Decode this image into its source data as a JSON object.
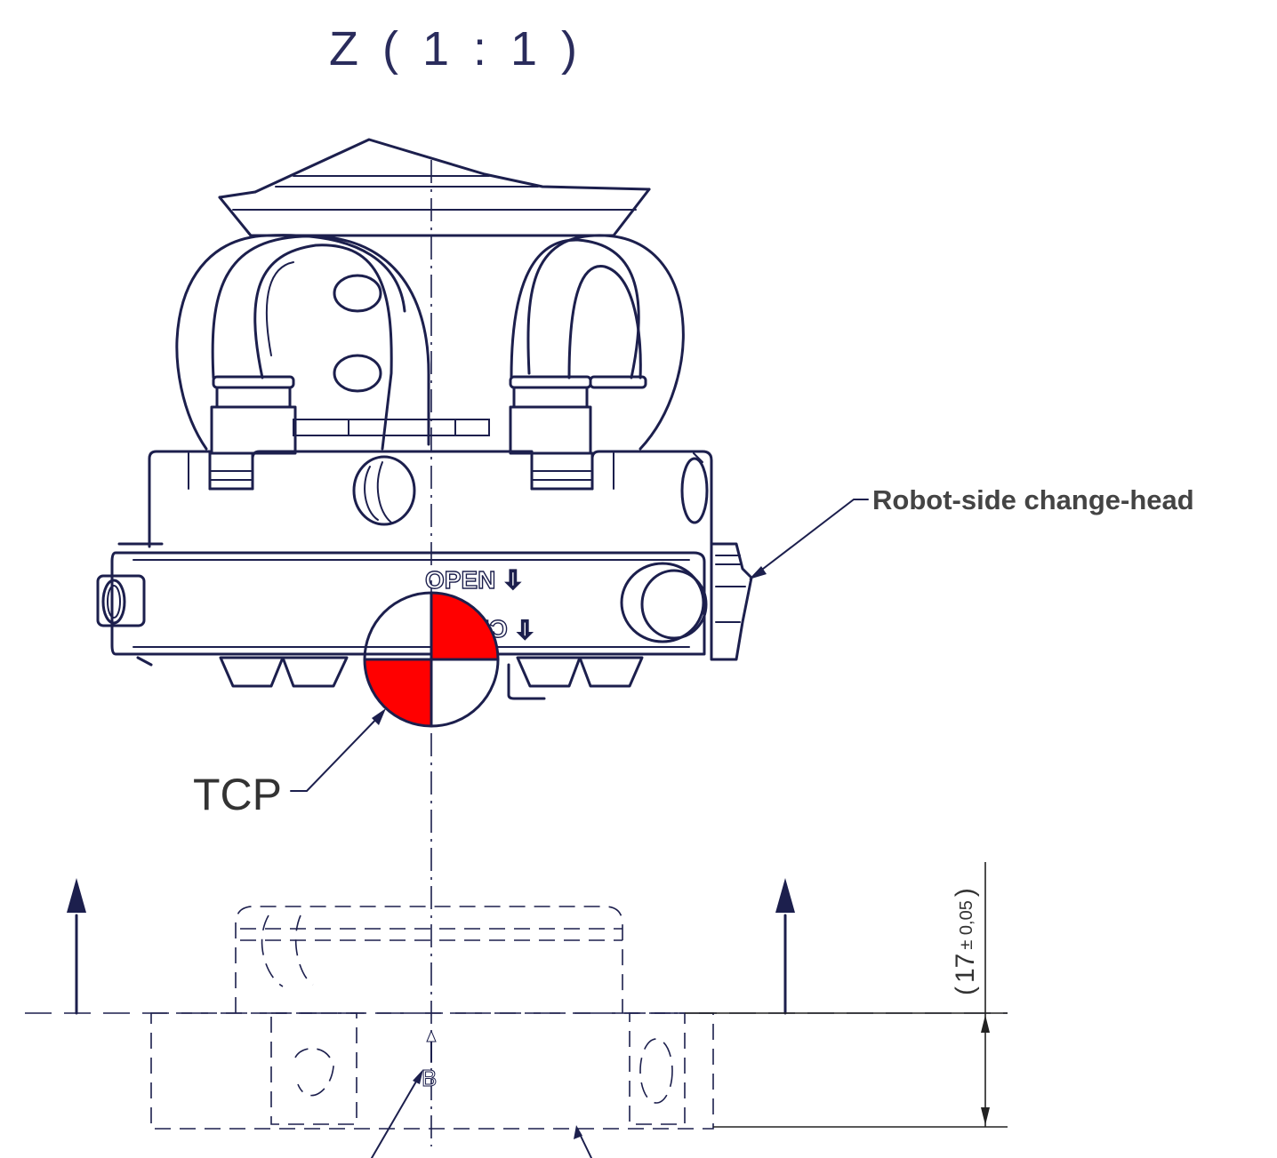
{
  "view_title": "Z ( 1 : 1 )",
  "labels": {
    "tcp": "TCP",
    "robot_side": "Robot-side change-head",
    "engraving_open": "OPEN ⇩",
    "engraving_close": "⇧ CL",
    "datum": "B"
  },
  "dimension": {
    "value": "17",
    "tolerance": "± 0,05",
    "open": "(",
    "close": ")"
  },
  "colors": {
    "outline": "#1c1f4d",
    "tcp_red": "#ff0000"
  }
}
